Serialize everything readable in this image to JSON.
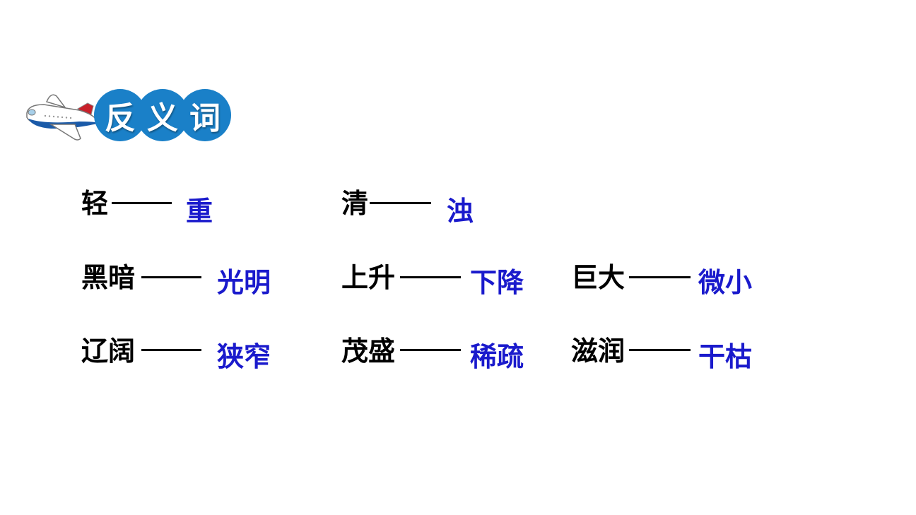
{
  "header": {
    "title_chars": [
      "反",
      "义",
      "词"
    ],
    "icon": "airplane-icon",
    "circle_color": "#1a80c8"
  },
  "colors": {
    "word": "#000000",
    "answer": "#1a1acc"
  },
  "pairs": [
    {
      "word": "轻",
      "answer": "重"
    },
    {
      "word": "清",
      "answer": "浊"
    },
    {
      "word": "黑暗",
      "answer": "光明"
    },
    {
      "word": "上升",
      "answer": "下降"
    },
    {
      "word": "巨大",
      "answer": "微小"
    },
    {
      "word": "辽阔",
      "answer": "狭窄"
    },
    {
      "word": "茂盛",
      "answer": "稀疏"
    },
    {
      "word": "滋润",
      "answer": "干枯"
    }
  ]
}
